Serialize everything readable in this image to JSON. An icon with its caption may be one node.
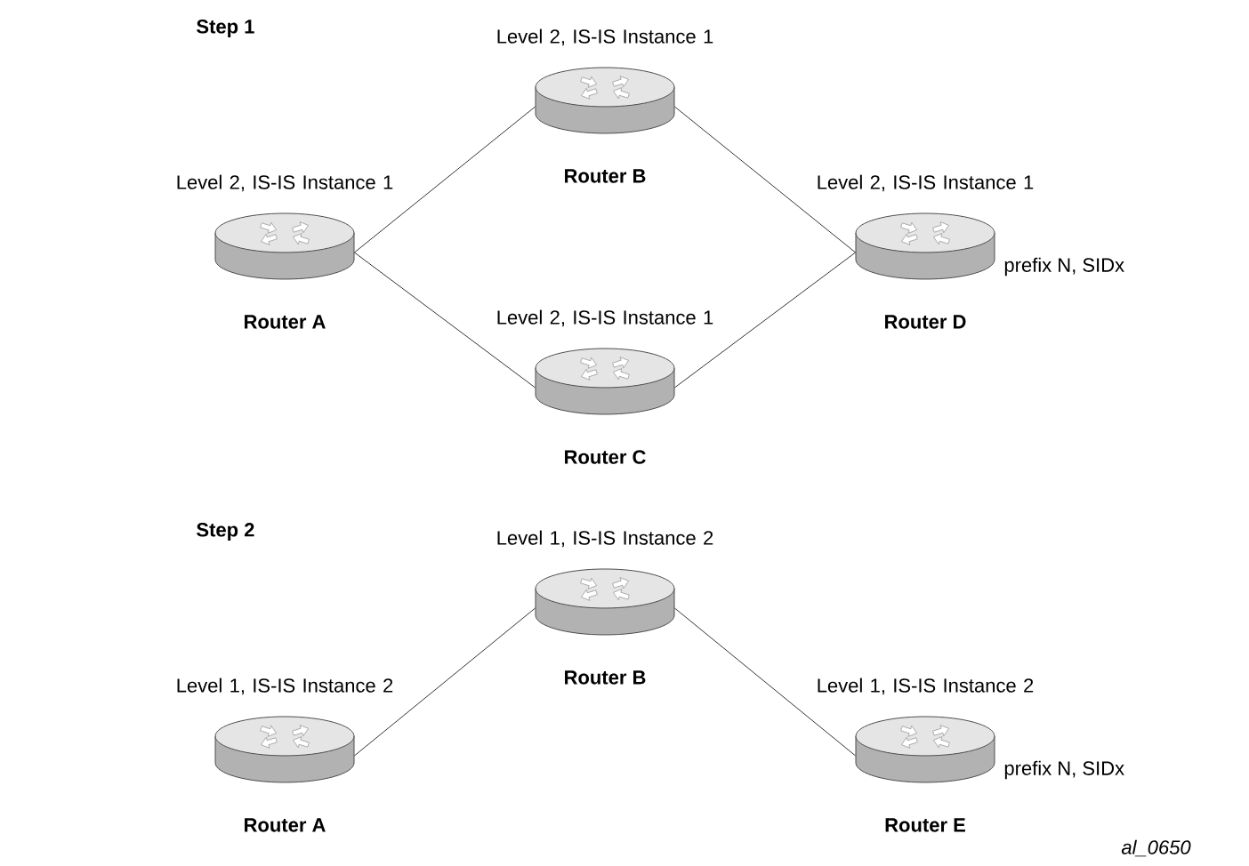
{
  "diagram": {
    "nodes": [
      {
        "text": [
          "Level 2, IS-IS Instance 1",
          "Router A"
        ]
      },
      {
        "text": [
          "Level 2, IS-IS Instance 1",
          "Router B"
        ]
      },
      {
        "text": [
          "Level 2, IS-IS Instance 1",
          "Router C"
        ]
      },
      {
        "text": [
          "Level 2, IS-IS Instance 1",
          "Router D"
        ],
        "beside": [
          "prefix N, SIDx"
        ]
      },
      {
        "text": [
          "Level 1, IS-IS Instance 2",
          "Router A"
        ]
      },
      {
        "text": [
          "Level 1, IS-IS Instance 2",
          "Router B"
        ]
      },
      {
        "text": [
          "Level 1, IS-IS Instance 2",
          "Router E"
        ],
        "beside": [
          "prefix N, SIDx"
        ]
      }
    ],
    "edges": [
      {
        "from": 0,
        "to": 1,
        "arrow": "none"
      },
      {
        "from": 0,
        "to": 2,
        "arrow": "none"
      },
      {
        "from": 1,
        "to": 3,
        "arrow": "none"
      },
      {
        "from": 2,
        "to": 3,
        "arrow": "none"
      },
      {
        "from": 4,
        "to": 5,
        "arrow": "none"
      },
      {
        "from": 5,
        "to": 6,
        "arrow": "none"
      }
    ],
    "labels": [
      "Step 1",
      "Step 2",
      "al_0650"
    ]
  }
}
